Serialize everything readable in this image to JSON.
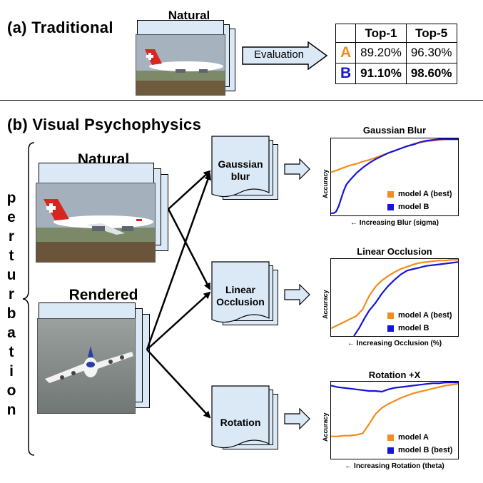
{
  "colors": {
    "card": "#dbe9f7",
    "model_a": "#f28c1e",
    "model_b": "#1515d6",
    "accent_a": "#f28c1e",
    "accent_b": "#1515d6"
  },
  "section_a": {
    "title": "(a) Traditional",
    "image_label": "Natural",
    "eval_label": "Evaluation",
    "table": {
      "headers": [
        "",
        "Top-1",
        "Top-5"
      ],
      "rows": [
        {
          "model": "A",
          "top1": "89.20%",
          "top5": "96.30%"
        },
        {
          "model": "B",
          "top1": "91.10%",
          "top5": "98.60%"
        }
      ]
    }
  },
  "section_b": {
    "title": "(b) Visual Psychophysics",
    "side_letters": [
      "p",
      "e",
      "r",
      "t",
      "u",
      "r",
      "b",
      "a",
      "t",
      "i",
      "o",
      "n"
    ],
    "natural_label": "Natural",
    "rendered_label": "Rendered",
    "perturbations": [
      "Gaussian blur",
      "Linear Occlusion",
      "Rotation"
    ]
  },
  "chart_data": [
    {
      "type": "line",
      "title": "Gaussian Blur",
      "xlabel": "← Increasing Blur (sigma)",
      "ylabel": "Accuracy",
      "xlim": [
        0,
        1
      ],
      "ylim": [
        0,
        1
      ],
      "grid": false,
      "legend": "bottom-right",
      "series": [
        {
          "name": "model A (best)",
          "color": "#f28c1e",
          "x": [
            0,
            0.05,
            0.1,
            0.15,
            0.2,
            0.25,
            0.3,
            0.35,
            0.4,
            0.45,
            0.5,
            0.55,
            0.6,
            0.65,
            0.7,
            0.75,
            0.8,
            0.85,
            0.9,
            0.95,
            1.0
          ],
          "y": [
            0.56,
            0.59,
            0.62,
            0.65,
            0.67,
            0.7,
            0.72,
            0.75,
            0.78,
            0.81,
            0.84,
            0.87,
            0.9,
            0.93,
            0.95,
            0.96,
            0.97,
            0.98,
            0.99,
            0.99,
            0.99
          ]
        },
        {
          "name": "model B",
          "color": "#1515d6",
          "x": [
            0,
            0.02,
            0.04,
            0.06,
            0.08,
            0.1,
            0.12,
            0.15,
            0.2,
            0.25,
            0.3,
            0.35,
            0.4,
            0.45,
            0.5,
            0.55,
            0.6,
            0.65,
            0.7,
            0.75,
            0.8,
            0.85,
            0.9,
            0.95,
            1.0
          ],
          "y": [
            0.03,
            0.03,
            0.05,
            0.12,
            0.22,
            0.32,
            0.4,
            0.46,
            0.55,
            0.62,
            0.68,
            0.73,
            0.77,
            0.81,
            0.84,
            0.87,
            0.9,
            0.92,
            0.95,
            0.97,
            0.98,
            0.99,
            0.99,
            0.99,
            0.99
          ]
        }
      ]
    },
    {
      "type": "line",
      "title": "Linear Occlusion",
      "xlabel": "← Increasing Occlusion (%)",
      "ylabel": "Accuracy",
      "xlim": [
        0,
        1
      ],
      "ylim": [
        0,
        1
      ],
      "grid": false,
      "legend": "bottom-right",
      "series": [
        {
          "name": "model A (best)",
          "color": "#f28c1e",
          "x": [
            0,
            0.05,
            0.1,
            0.15,
            0.2,
            0.25,
            0.3,
            0.35,
            0.4,
            0.45,
            0.5,
            0.55,
            0.6,
            0.65,
            0.7,
            0.75,
            0.8,
            0.85,
            0.9,
            0.95,
            1.0
          ],
          "y": [
            0.1,
            0.14,
            0.18,
            0.22,
            0.26,
            0.35,
            0.52,
            0.64,
            0.72,
            0.78,
            0.83,
            0.87,
            0.9,
            0.93,
            0.95,
            0.96,
            0.97,
            0.98,
            0.98,
            0.99,
            0.99
          ]
        },
        {
          "name": "model B",
          "color": "#1515d6",
          "x": [
            0.18,
            0.22,
            0.26,
            0.3,
            0.35,
            0.4,
            0.45,
            0.5,
            0.55,
            0.6,
            0.65,
            0.7,
            0.75,
            0.8,
            0.85,
            0.9,
            0.95,
            1.0
          ],
          "y": [
            0.0,
            0.1,
            0.22,
            0.33,
            0.43,
            0.55,
            0.65,
            0.73,
            0.8,
            0.85,
            0.87,
            0.89,
            0.91,
            0.92,
            0.93,
            0.94,
            0.95,
            0.96
          ]
        }
      ]
    },
    {
      "type": "line",
      "title": "Rotation +X",
      "xlabel": "← Increasing Rotation (theta)",
      "ylabel": "Accuracy",
      "xlim": [
        0,
        1
      ],
      "ylim": [
        0,
        1
      ],
      "grid": false,
      "legend": "bottom-right",
      "series": [
        {
          "name": "model A",
          "color": "#f28c1e",
          "x": [
            0,
            0.05,
            0.1,
            0.15,
            0.2,
            0.25,
            0.3,
            0.35,
            0.4,
            0.45,
            0.5,
            0.55,
            0.6,
            0.65,
            0.7,
            0.75,
            0.8,
            0.85,
            0.9,
            0.95,
            1.0
          ],
          "y": [
            0.29,
            0.29,
            0.3,
            0.3,
            0.31,
            0.33,
            0.45,
            0.58,
            0.66,
            0.71,
            0.75,
            0.79,
            0.82,
            0.85,
            0.87,
            0.89,
            0.91,
            0.93,
            0.95,
            0.96,
            0.97
          ]
        },
        {
          "name": "model B (best)",
          "color": "#1515d6",
          "x": [
            0,
            0.05,
            0.1,
            0.15,
            0.2,
            0.25,
            0.3,
            0.35,
            0.4,
            0.45,
            0.5,
            0.55,
            0.6,
            0.65,
            0.7,
            0.75,
            0.8,
            0.85,
            0.9,
            0.95,
            1.0
          ],
          "y": [
            0.95,
            0.93,
            0.92,
            0.91,
            0.9,
            0.89,
            0.88,
            0.88,
            0.87,
            0.9,
            0.92,
            0.93,
            0.94,
            0.95,
            0.96,
            0.97,
            0.98,
            0.98,
            0.99,
            0.99,
            0.99
          ]
        }
      ]
    }
  ]
}
